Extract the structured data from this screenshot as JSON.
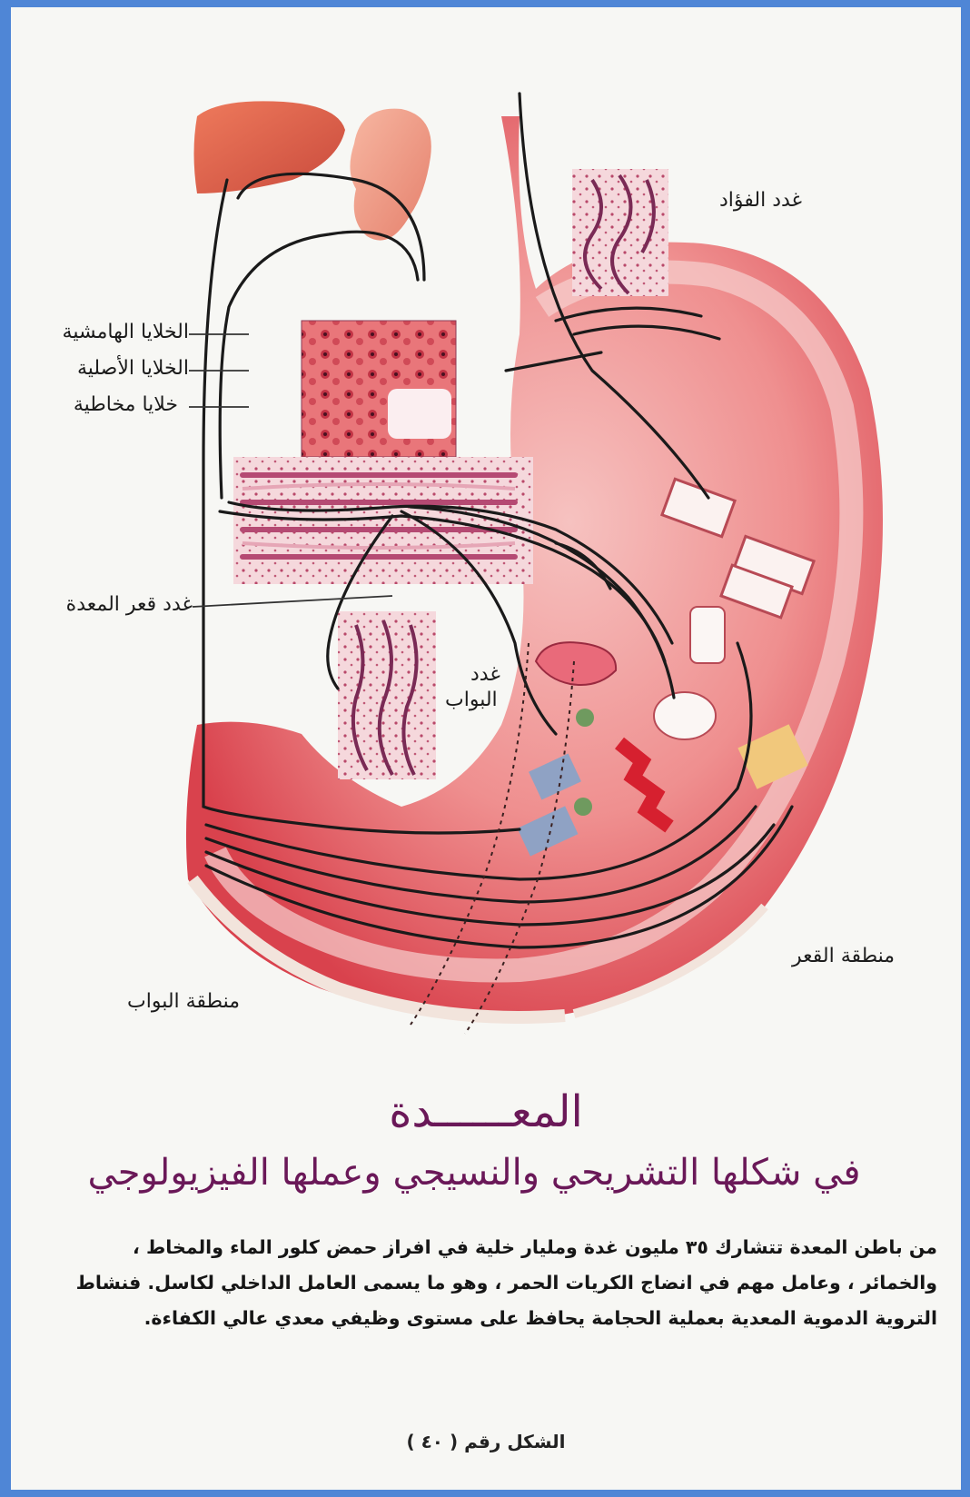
{
  "figure": {
    "labels": {
      "cardia_glands": "غدد الفؤاد",
      "parietal_cells": "الخلايا الهامشية",
      "chief_cells": "الخلايا الأصلية",
      "mucous_cells": "خلايا مخاطية",
      "fundic_glands": "غدد قعر المعدة",
      "pyloric_glands_line1": "غدد",
      "pyloric_glands_line2": "البواب",
      "fundus_region": "منطقة القعر",
      "pylorus_region": "منطقة البواب"
    },
    "colors": {
      "stomach_wall": "#e0505a",
      "lining": "#f3b0b0",
      "liver": "#e0654c",
      "pancreas": "#f0a08e",
      "nerve_lines": "#1a1a1a"
    }
  },
  "text": {
    "title": "المعــــــدة",
    "subtitle": "في شكلها التشريحي والنسيجي وعملها الفيزيولوجي",
    "body": "من باطن المعدة تتشارك ٣٥ مليون غدة ومليار خلية في افراز حمض كلور الماء والمخاط ، والخمائر ، وعامل مهم في انضاج الكريات الحمر ، وهو ما يسمى العامل الداخلي لكاسل. فنشاط التروية الدموية المعدية بعملية الحجامة يحافظ على مستوى وظيفي معدي عالي الكفاءة.",
    "caption": "الشكل رقم ( ٤٠ )"
  }
}
